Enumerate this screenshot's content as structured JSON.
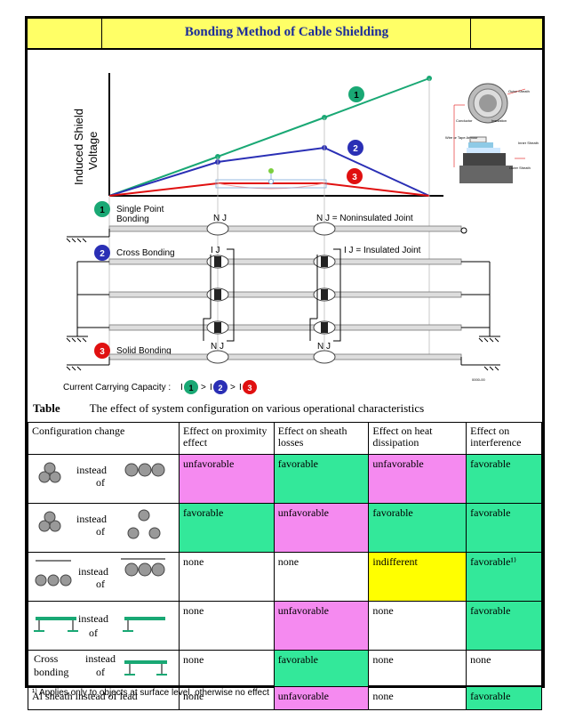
{
  "title": "Bonding Method of Cable Shielding",
  "chart": {
    "y_axis_label_line1": "Induced Shield",
    "y_axis_label_line2": "Voltage",
    "curve_numbers": [
      "1",
      "2",
      "3"
    ],
    "inset_labels": {
      "outer_sheath_top": "Outer Sheath",
      "conductor": "Conductor",
      "insulation": "Insulation",
      "wire_tape": "Wire or Tape Armour",
      "inner_sheath": "Inner Sheath",
      "outer_sheath_bottom": "Outer Sheath"
    }
  },
  "legend": {
    "single_point_num": "1",
    "single_point_line1": "Single Point",
    "single_point_line2": "Bonding",
    "cross_num": "2",
    "cross": "Cross Bonding",
    "solid_num": "3",
    "solid": "Solid Bonding",
    "nj_label": "N J",
    "ij_label": "I J",
    "nj_def": "N J  =  Noninsulated Joint",
    "ij_def": "I J  =  Insulated Joint",
    "capacity_label": "Current Carrying Capacity :",
    "capacity_i": "I",
    "capacity_gt": ">",
    "ref_code": "0000-00"
  },
  "table": {
    "label": "Table",
    "caption": "The effect of system configuration on various operational characteristics",
    "headers": [
      "Configuration change",
      "Effect on proximity effect",
      "Effect on sheath losses",
      "Effect on heat dissipation",
      "Effect on interference"
    ],
    "instead": "instead",
    "of": "of",
    "rows": [
      {
        "config": "",
        "cells": [
          "unfavorable",
          "favorable",
          "unfavorable",
          "favorable"
        ]
      },
      {
        "config": "",
        "cells": [
          "favorable",
          "unfavorable",
          "favorable",
          "favorable"
        ]
      },
      {
        "config": "",
        "cells": [
          "none",
          "none",
          "indifferent",
          "favorable¹⁾"
        ]
      },
      {
        "config": "",
        "cells": [
          "none",
          "unfavorable",
          "none",
          "favorable"
        ]
      },
      {
        "config_line1": "Cross",
        "config_line2": "bonding",
        "cells": [
          "none",
          "favorable",
          "none",
          "none"
        ]
      },
      {
        "config": "Al sheath instead of lead",
        "cells": [
          "none",
          "unfavorable",
          "none",
          "favorable"
        ]
      }
    ]
  },
  "footnote": "¹⁾ Applies only to objects at surface level, otherwise no effect",
  "colors": {
    "green_curve": "#19a874",
    "blue_curve": "#2a2fb5",
    "red_curve": "#e01010",
    "favorable": "#33e89a",
    "unfavorable": "#f58af0",
    "indifferent": "#ffff00",
    "title_bg": "#ffff66"
  }
}
